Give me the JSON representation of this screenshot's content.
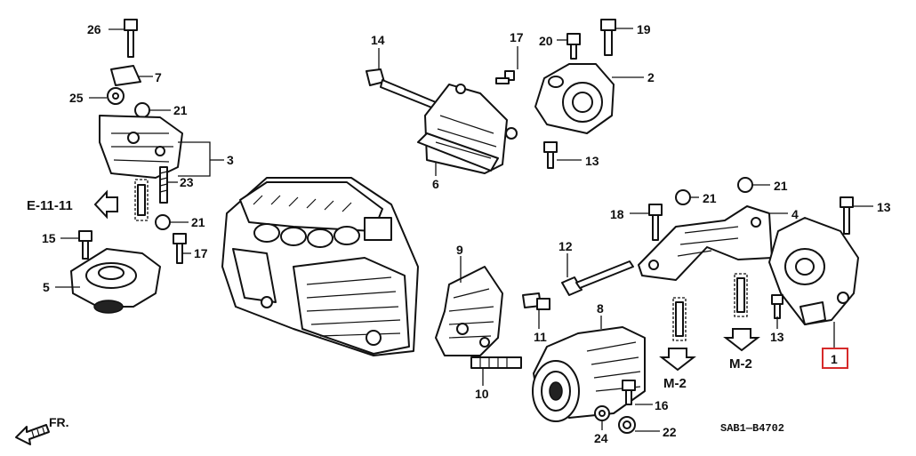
{
  "callouts": [
    {
      "id": "c26",
      "text": "26"
    },
    {
      "id": "c7",
      "text": "7"
    },
    {
      "id": "c25",
      "text": "25"
    },
    {
      "id": "c21a",
      "text": "21"
    },
    {
      "id": "c3",
      "text": "3"
    },
    {
      "id": "c23",
      "text": "23"
    },
    {
      "id": "c21b",
      "text": "21"
    },
    {
      "id": "c15",
      "text": "15"
    },
    {
      "id": "c17a",
      "text": "17"
    },
    {
      "id": "c5",
      "text": "5"
    },
    {
      "id": "c14",
      "text": "14"
    },
    {
      "id": "c6",
      "text": "6"
    },
    {
      "id": "c17b",
      "text": "17"
    },
    {
      "id": "c20",
      "text": "20"
    },
    {
      "id": "c19",
      "text": "19"
    },
    {
      "id": "c2",
      "text": "2"
    },
    {
      "id": "c13a",
      "text": "13"
    },
    {
      "id": "c21c",
      "text": "21"
    },
    {
      "id": "c21d",
      "text": "21"
    },
    {
      "id": "c18",
      "text": "18"
    },
    {
      "id": "c4",
      "text": "4"
    },
    {
      "id": "c13b",
      "text": "13"
    },
    {
      "id": "c12",
      "text": "12"
    },
    {
      "id": "c9",
      "text": "9"
    },
    {
      "id": "c11",
      "text": "11"
    },
    {
      "id": "c8",
      "text": "8"
    },
    {
      "id": "c13c",
      "text": "13"
    },
    {
      "id": "c1",
      "text": "1"
    },
    {
      "id": "c10",
      "text": "10"
    },
    {
      "id": "c16",
      "text": "16"
    },
    {
      "id": "c24",
      "text": "24"
    },
    {
      "id": "c22",
      "text": "22"
    }
  ],
  "refs": {
    "e_ref": "E-11-11",
    "m_ref_left": "M-2",
    "m_ref_right": "M-2",
    "front_marker": "FR.",
    "diagram_code": "SAB1—B4702"
  },
  "colors": {
    "line": "#111111",
    "highlight": "#d62a2a",
    "background": "#ffffff"
  }
}
